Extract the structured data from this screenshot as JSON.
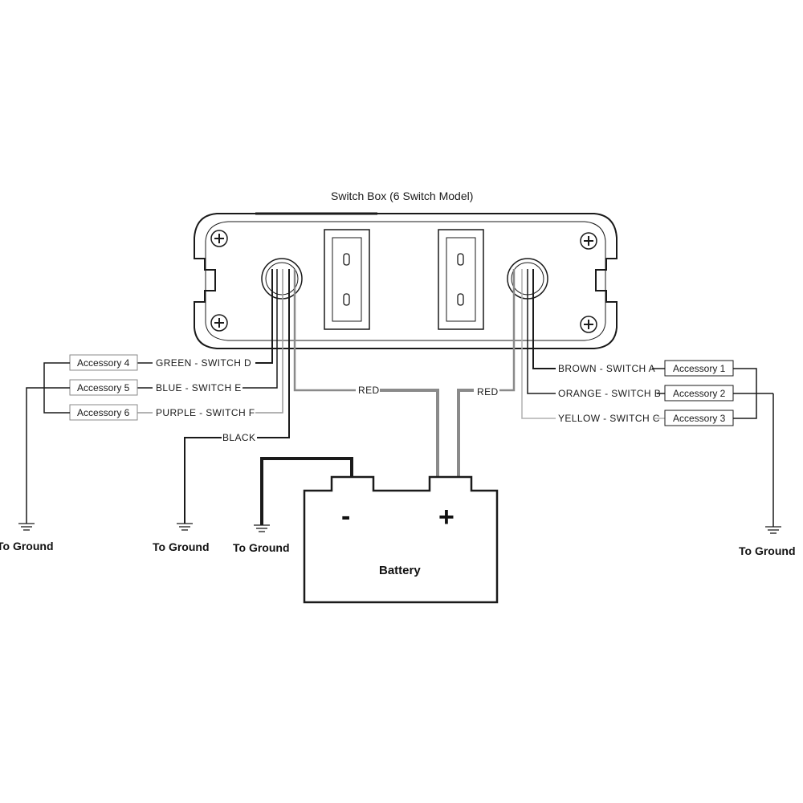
{
  "title": "Switch Box (6 Switch Model)",
  "left_accessories": [
    "Accessory 4",
    "Accessory 5",
    "Accessory 6"
  ],
  "right_accessories": [
    "Accessory 1",
    "Accessory 2",
    "Accessory 3"
  ],
  "left_wires": [
    "GREEN - SWITCH D",
    "BLUE - SWITCH E",
    "PURPLE - SWITCH F"
  ],
  "right_wires": [
    "BROWN - SWITCH A",
    "ORANGE - SWITCH B",
    "YELLOW - SWITCH C"
  ],
  "black_label": "BLACK",
  "red_left_label": "RED",
  "red_right_label": "RED",
  "ground_labels": [
    "To Ground",
    "To Ground",
    "To Ground",
    "To Ground"
  ],
  "battery": {
    "label": "Battery",
    "negative": "-",
    "positive": "+"
  },
  "colors": {
    "line": "#1a1a1a",
    "red_wire": "#8a8a8a",
    "light_wire": "#b0b0b0"
  }
}
